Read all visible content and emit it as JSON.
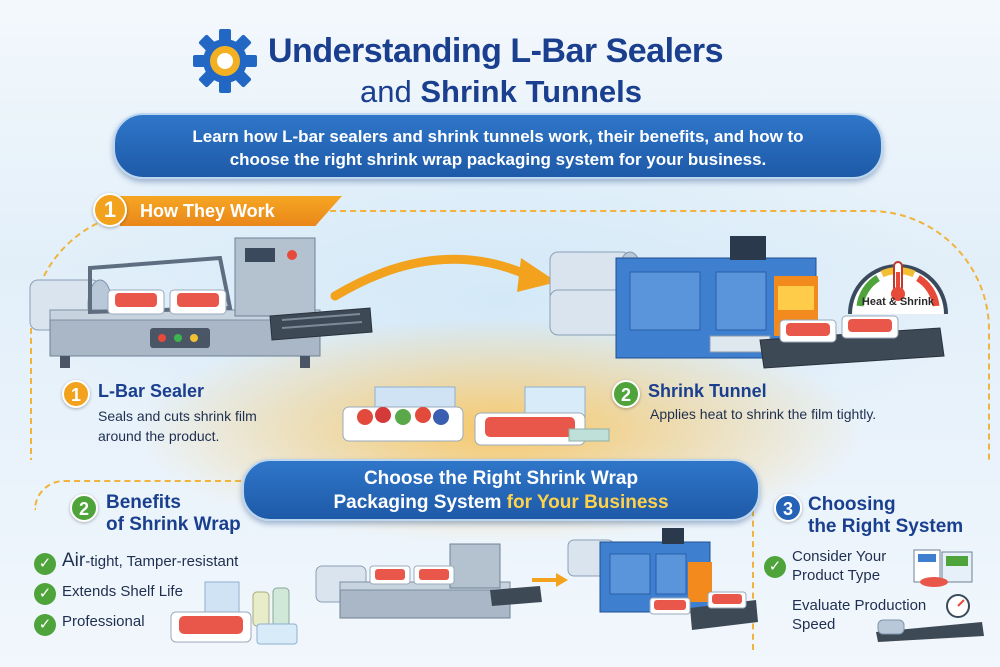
{
  "title": {
    "line1": "Understanding L-Bar Sealers",
    "line2_prefix": "and",
    "line2_bold": "Shrink Tunnels"
  },
  "subtitle": {
    "line1": "Learn how L-bar sealers and shrink tunnels work, their benefits, and how to",
    "line2": "choose the right shrink wrap packaging system for your business."
  },
  "section_how": {
    "number": "1",
    "label": "How They Work",
    "gauge_label": "Heat & Shrink",
    "lbar": {
      "number": "1",
      "title": "L-Bar Sealer",
      "desc_line1": "Seals and cuts shrink film",
      "desc_line2": "around the product."
    },
    "tunnel": {
      "number": "2",
      "title": "Shrink Tunnel",
      "desc": "Applies heat to shrink the film tightly."
    }
  },
  "choose_banner": {
    "line1": "Choose the Right Shrink Wrap",
    "line2_prefix": "Packaging System",
    "line2_highlight": "for Your Business"
  },
  "benefits": {
    "number": "2",
    "title_line1": "Benefits",
    "title_line2": "of Shrink Wrap",
    "items": [
      {
        "lead": "Air",
        "rest": "-tight, Tamper-resistant"
      },
      {
        "lead": "",
        "rest": "Extends Shelf Life"
      },
      {
        "lead": "",
        "rest": "Professional"
      }
    ]
  },
  "choosing": {
    "number": "3",
    "title_line1": "Choosing",
    "title_line2": "the Right System",
    "items": [
      {
        "line1": "Consider Your",
        "line2": "Product Type"
      },
      {
        "line1": "Evaluate Production",
        "line2": "Speed"
      }
    ]
  },
  "colors": {
    "title_blue": "#1a3f8f",
    "banner_blue": "#1e5aa8",
    "accent_orange": "#f2a21d",
    "check_green": "#4ea33a",
    "highlight_yellow": "#ffd24a"
  }
}
